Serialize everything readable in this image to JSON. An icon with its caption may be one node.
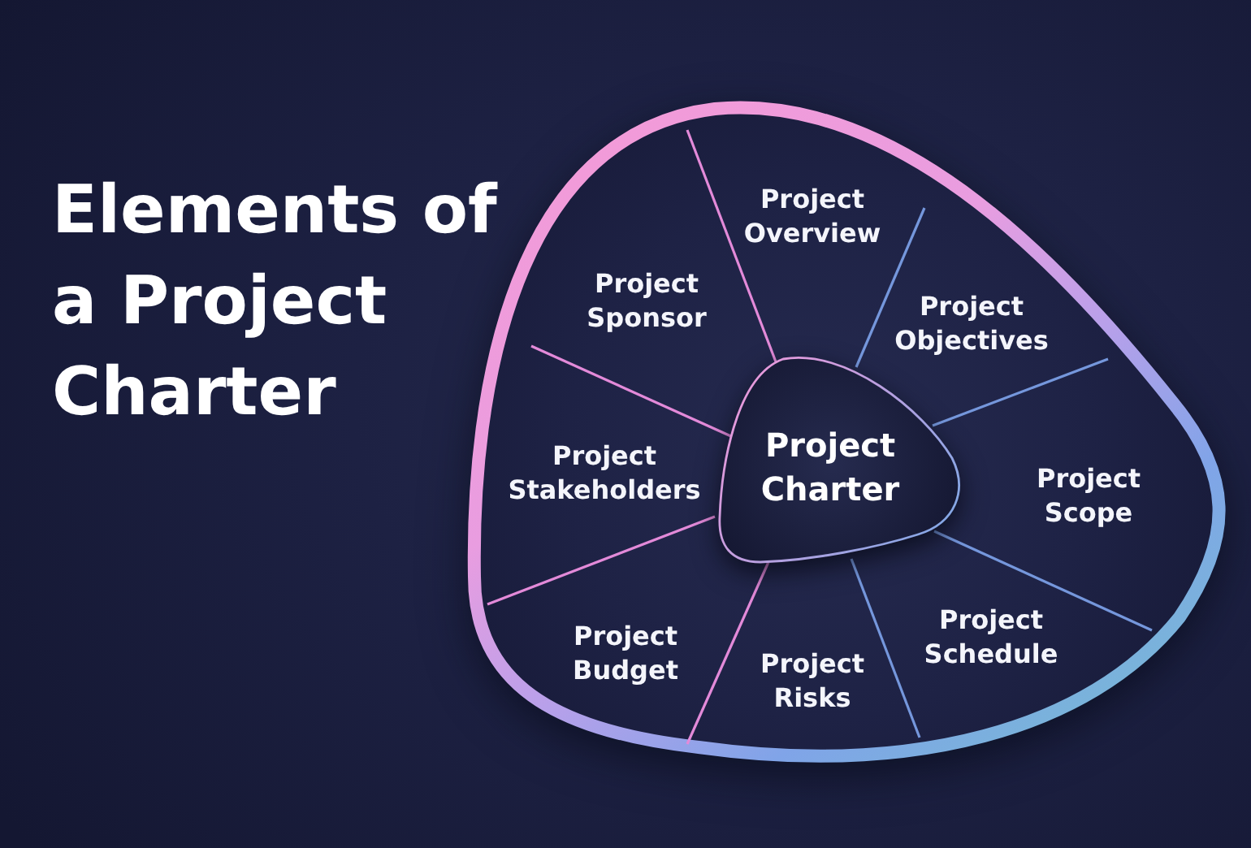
{
  "diagram": {
    "title": "Elements of a Project Charter",
    "nodes": [
      {
        "text": [],
        "shape": "triangle"
      },
      {
        "text": [
          "Project Charter"
        ],
        "in": 0
      },
      {
        "text": [
          "Project Overview"
        ],
        "in": 0
      },
      {
        "text": [
          "Project Objectives"
        ],
        "in": 0
      },
      {
        "text": [
          "Project Scope"
        ],
        "in": 0
      },
      {
        "text": [
          "Project Schedule"
        ],
        "in": 0
      },
      {
        "text": [
          "Project Risks"
        ],
        "in": 0
      },
      {
        "text": [
          "Project Budget"
        ],
        "in": 0
      },
      {
        "text": [
          "Project Stakeholders"
        ],
        "in": 0
      },
      {
        "text": [
          "Project Sponsor"
        ],
        "in": 0
      }
    ]
  }
}
